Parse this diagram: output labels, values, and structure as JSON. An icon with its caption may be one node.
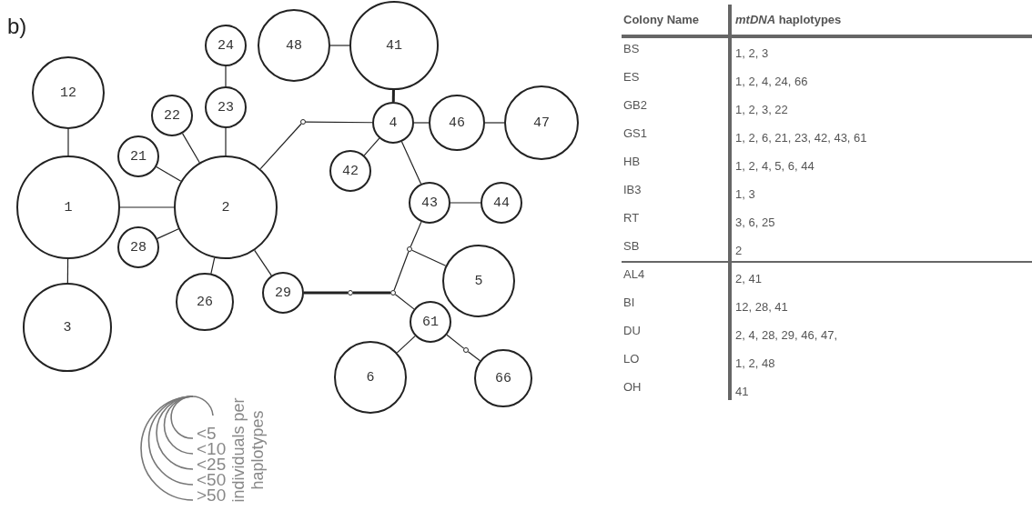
{
  "diagram": {
    "nodes": [
      {
        "text": [
          "24"
        ]
      },
      {
        "text": [
          "48"
        ]
      },
      {
        "text": [
          "41"
        ]
      },
      {
        "text": [
          "12"
        ]
      },
      {
        "text": [
          "22"
        ]
      },
      {
        "text": [
          "23"
        ]
      },
      {
        "text": [],
        "shape": "circle"
      },
      {
        "text": [
          "4"
        ]
      },
      {
        "text": [
          "46"
        ]
      },
      {
        "text": [
          "47"
        ]
      },
      {
        "text": [
          "21"
        ]
      },
      {
        "text": [
          "42"
        ]
      },
      {
        "text": [
          "1"
        ]
      },
      {
        "text": [
          "2"
        ]
      },
      {
        "text": [
          "43"
        ]
      },
      {
        "text": [
          "44"
        ]
      },
      {
        "text": [
          "28"
        ]
      },
      {
        "text": [],
        "shape": "circle"
      },
      {
        "text": [
          "5"
        ]
      },
      {
        "text": [
          "26"
        ]
      },
      {
        "text": [
          "29"
        ]
      },
      {
        "text": [],
        "shape": "circle"
      },
      {
        "text": [],
        "shape": "circle"
      },
      {
        "text": [
          "61"
        ]
      },
      {
        "text": [
          "3"
        ]
      },
      {
        "text": [],
        "shape": "circle"
      },
      {
        "text": [
          "6"
        ]
      },
      {
        "text": [
          "66"
        ]
      }
    ],
    "edges": [
      {
        "from": 3,
        "to": 12,
        "arrow": "none"
      },
      {
        "from": 12,
        "to": 24,
        "arrow": "none"
      },
      {
        "from": 12,
        "to": 13,
        "arrow": "none"
      },
      {
        "from": 10,
        "to": 13,
        "arrow": "none"
      },
      {
        "from": 4,
        "to": 13,
        "arrow": "none"
      },
      {
        "from": 5,
        "to": 13,
        "arrow": "none"
      },
      {
        "from": 0,
        "to": 5,
        "arrow": "none"
      },
      {
        "from": 16,
        "to": 13,
        "arrow": "none"
      },
      {
        "from": 19,
        "to": 13,
        "arrow": "none"
      },
      {
        "from": 20,
        "to": 13,
        "arrow": "none"
      },
      {
        "from": 13,
        "to": 6,
        "arrow": "none"
      },
      {
        "from": 6,
        "to": 7,
        "arrow": "none"
      },
      {
        "from": 1,
        "to": 2,
        "arrow": "none"
      },
      {
        "from": 2,
        "to": 7,
        "arrow": "none",
        "style": "thick"
      },
      {
        "from": 7,
        "to": 8,
        "arrow": "none"
      },
      {
        "from": 8,
        "to": 9,
        "arrow": "none"
      },
      {
        "from": 7,
        "to": 11,
        "arrow": "none"
      },
      {
        "from": 7,
        "to": 14,
        "arrow": "none"
      },
      {
        "from": 14,
        "to": 15,
        "arrow": "none"
      },
      {
        "from": 14,
        "to": 17,
        "arrow": "none"
      },
      {
        "from": 17,
        "to": 18,
        "arrow": "none"
      },
      {
        "from": 17,
        "to": 22,
        "arrow": "none"
      },
      {
        "from": 20,
        "to": 21,
        "arrow": "none",
        "style": "thick"
      },
      {
        "from": 21,
        "to": 22,
        "arrow": "none",
        "style": "thick"
      },
      {
        "from": 22,
        "to": 23,
        "arrow": "none"
      },
      {
        "from": 23,
        "to": 26,
        "arrow": "none"
      },
      {
        "from": 23,
        "to": 25,
        "arrow": "none"
      },
      {
        "from": 25,
        "to": 27,
        "arrow": "none"
      }
    ],
    "labels": [
      "b)",
      "Colony Name",
      "*mtDNA* haplotypes",
      "BS",
      "1, 2, 3",
      "ES",
      "1, 2, 4, 24, 66",
      "GB2",
      "1, 2, 3, 22",
      "GS1",
      "1, 2, 6, 21, 23, 42, 43, 61",
      "HB",
      "1, 2, 4, 5, 6, 44",
      "IB3",
      "1, 3",
      "RT",
      "3, 6, 25",
      "SB",
      "2",
      "AL4",
      "2, 41",
      "BI",
      "12, 28, 41",
      "DU",
      "2, 4, 28, 29, 46, 47,",
      "LO",
      "1, 2, 48",
      "OH",
      "41",
      "individuals per haplotypes"
    ],
    "legend": [
      {
        "text": "<5"
      },
      {
        "text": "<10"
      },
      {
        "text": "<25"
      },
      {
        "text": "<50"
      },
      {
        "text": ">50"
      }
    ]
  }
}
